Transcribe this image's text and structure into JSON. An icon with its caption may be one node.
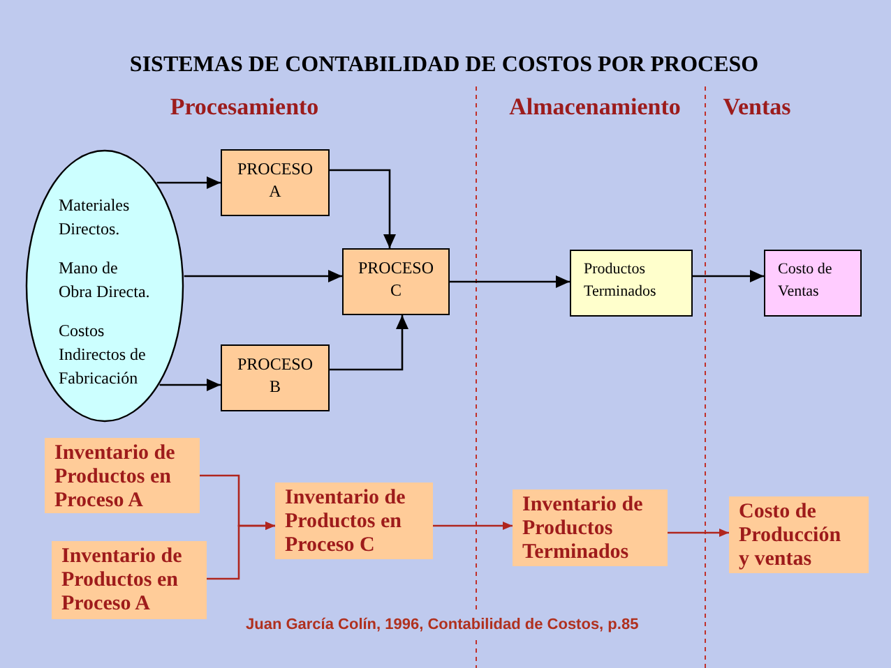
{
  "diagram": {
    "title": "SISTEMAS DE CONTABILIDAD DE COSTOS POR PROCESO",
    "nodes": [
      {
        "text": [
          "Materiales Directos.",
          "Mano de Obra Directa.",
          "Costos Indirectos de Fabricación"
        ]
      },
      {
        "text": [
          "PROCESO A"
        ]
      },
      {
        "text": [
          "PROCESO B"
        ]
      },
      {
        "text": [
          "PROCESO C"
        ]
      },
      {
        "text": [
          "Productos Terminados"
        ]
      },
      {
        "text": [
          "Costo de Ventas"
        ]
      },
      {
        "text": [
          "Inventario de Productos en Proceso A"
        ]
      },
      {
        "text": [
          "Inventario de Productos en Proceso A"
        ]
      },
      {
        "text": [
          "Inventario de Productos en Proceso C"
        ]
      },
      {
        "text": [
          "Inventario de Productos Terminados"
        ]
      },
      {
        "text": [
          "Costo de Producción y ventas"
        ]
      }
    ],
    "edges": [
      {
        "from": 0,
        "to": 1,
        "arrow": "to"
      },
      {
        "from": 0,
        "to": 3,
        "arrow": "to"
      },
      {
        "from": 0,
        "to": 2,
        "arrow": "to"
      },
      {
        "from": 1,
        "to": 3,
        "arrow": "to"
      },
      {
        "from": 2,
        "to": 3,
        "arrow": "to"
      },
      {
        "from": 3,
        "to": 4,
        "arrow": "to"
      },
      {
        "from": 4,
        "to": 5,
        "arrow": "to"
      },
      {
        "from": 6,
        "to": 8,
        "arrow": "to",
        "color": "#b0261e"
      },
      {
        "from": 7,
        "to": 8,
        "arrow": "to",
        "color": "#b0261e"
      },
      {
        "from": 8,
        "to": 9,
        "arrow": "to",
        "color": "#b0261e"
      },
      {
        "from": 9,
        "to": 10,
        "arrow": "to",
        "color": "#b0261e"
      }
    ],
    "labels": [
      "Procesamiento",
      "Almacenamiento",
      "Ventas",
      "Juan García Colín, 1996, Contabilidad de Costos, p.85"
    ]
  }
}
